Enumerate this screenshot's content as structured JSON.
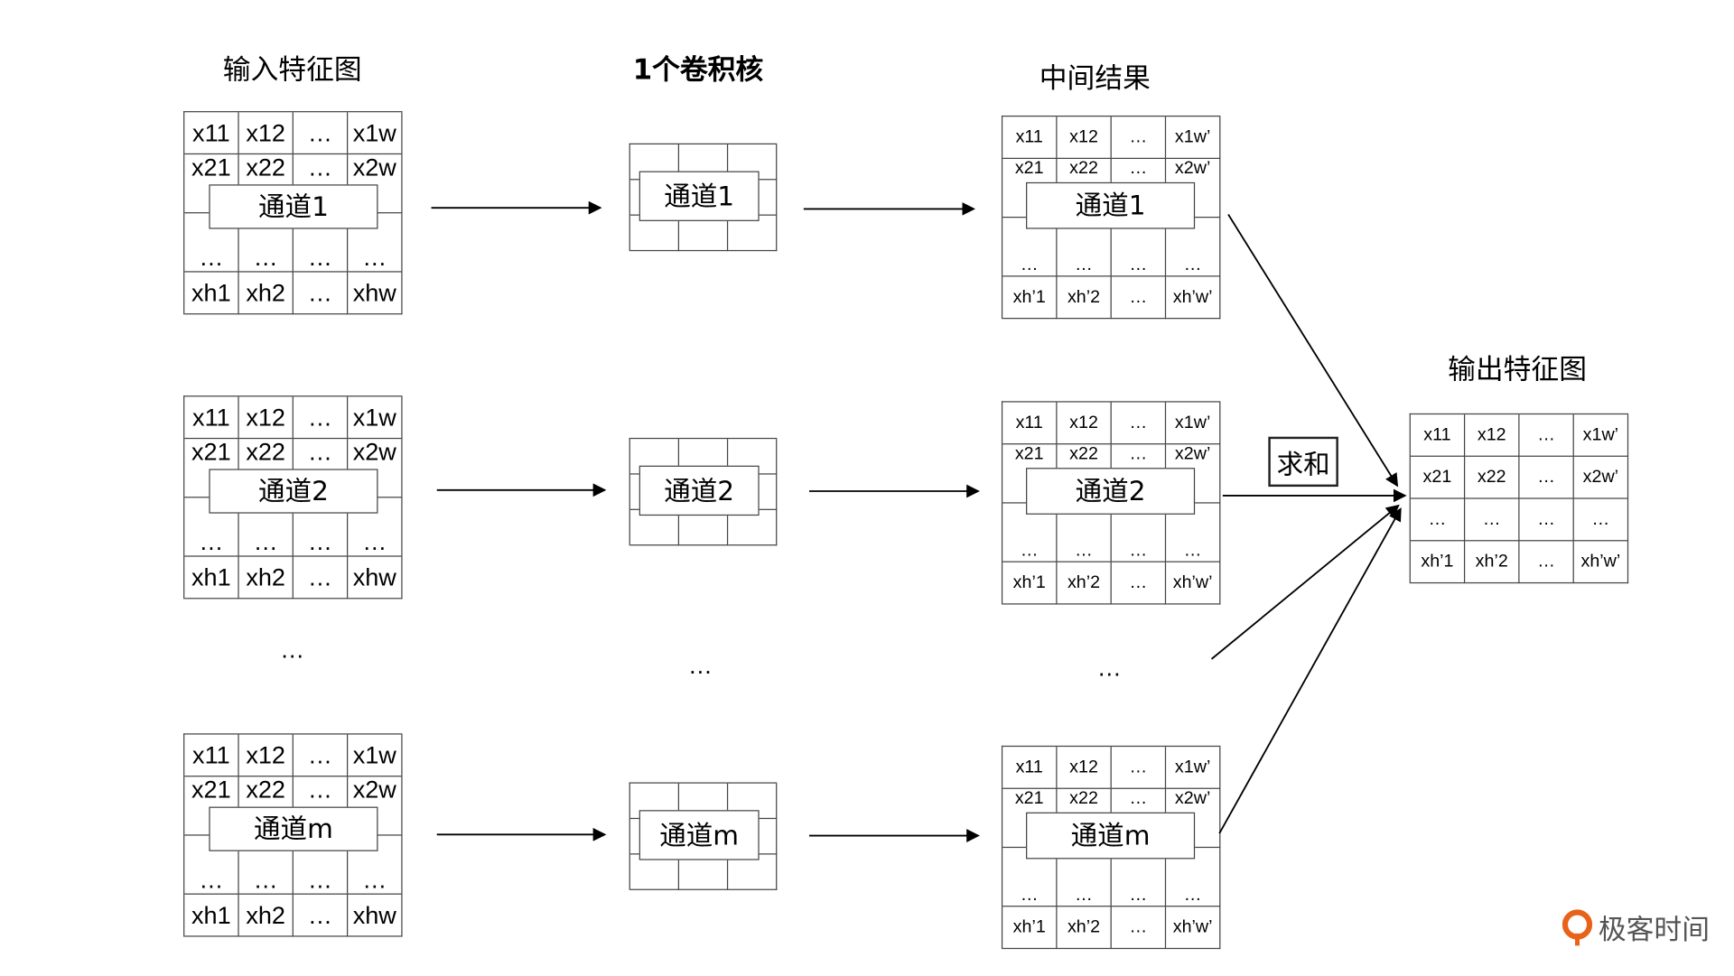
{
  "titles": {
    "input": "输入特征图",
    "kernel": "1个卷积核",
    "intermediate": "中间结果",
    "output": "输出特征图"
  },
  "input_grid": [
    [
      "x11",
      "x12",
      "…",
      "x1w"
    ],
    [
      "x21",
      "x22",
      "…",
      "x2w"
    ],
    [
      "…",
      "…",
      "…",
      "…"
    ],
    [
      "xh1",
      "xh2",
      "…",
      "xhw"
    ]
  ],
  "mid_grid": [
    [
      "x11",
      "x12",
      "…",
      "x1w’"
    ],
    [
      "x21",
      "x22",
      "…",
      "x2w’"
    ],
    [
      "…",
      "…",
      "…",
      "…"
    ],
    [
      "xh’1",
      "xh’2",
      "…",
      "xh’w’"
    ]
  ],
  "output_grid": [
    [
      "x11",
      "x12",
      "…",
      "x1w’"
    ],
    [
      "x21",
      "x22",
      "…",
      "x2w’"
    ],
    [
      "…",
      "…",
      "…",
      "…"
    ],
    [
      "xh’1",
      "xh’2",
      "…",
      "xh’w’"
    ]
  ],
  "channels": [
    "通道1",
    "通道2",
    "通道m"
  ],
  "ellipsis": "…",
  "sum_label": "求和",
  "logo_text": "极客时间",
  "colors": {
    "line": "#000000",
    "logo": "#e8621a"
  }
}
